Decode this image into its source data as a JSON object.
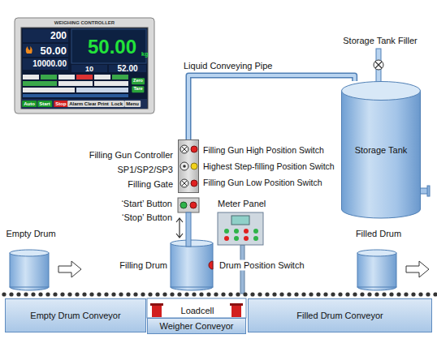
{
  "diagram": {
    "nodes": [
      {
        "text": [
          "Storage Tank"
        ]
      },
      {
        "text": [
          "Filling Gun Controller",
          "SP1/SP2/SP3",
          "Filling Gate"
        ]
      },
      {
        "text": [
          "Empty Drum Conveyor"
        ]
      },
      {
        "text": [
          "Weigher Conveyor"
        ]
      },
      {
        "text": [
          "Filled Drum Conveyor"
        ]
      }
    ],
    "edges": [
      {
        "from": 0,
        "to": 1,
        "label": "Liquid Conveying Pipe",
        "arrow": "none"
      }
    ],
    "labels": [
      "WEIGHING CONTROLLER",
      "200",
      "50.00",
      "10000.00",
      "50.00",
      "kg",
      "10",
      "52.00",
      "Zero",
      "Tare",
      "Auto",
      "Start",
      "Stop",
      "Alarm Clear",
      "Print",
      "Lock",
      "Menu",
      "Storage Tank Filler",
      "Filling Gun High Position Switch",
      "Highest Step-filling Position Switch",
      "Filling Gun Low Position Switch",
      "‘Start’ Button",
      "‘Stop’ Button",
      "Meter Panel",
      "Empty Drum",
      "Filling Drum",
      "Filled Drum",
      "Drum Position Switch",
      "Loadcell"
    ]
  }
}
